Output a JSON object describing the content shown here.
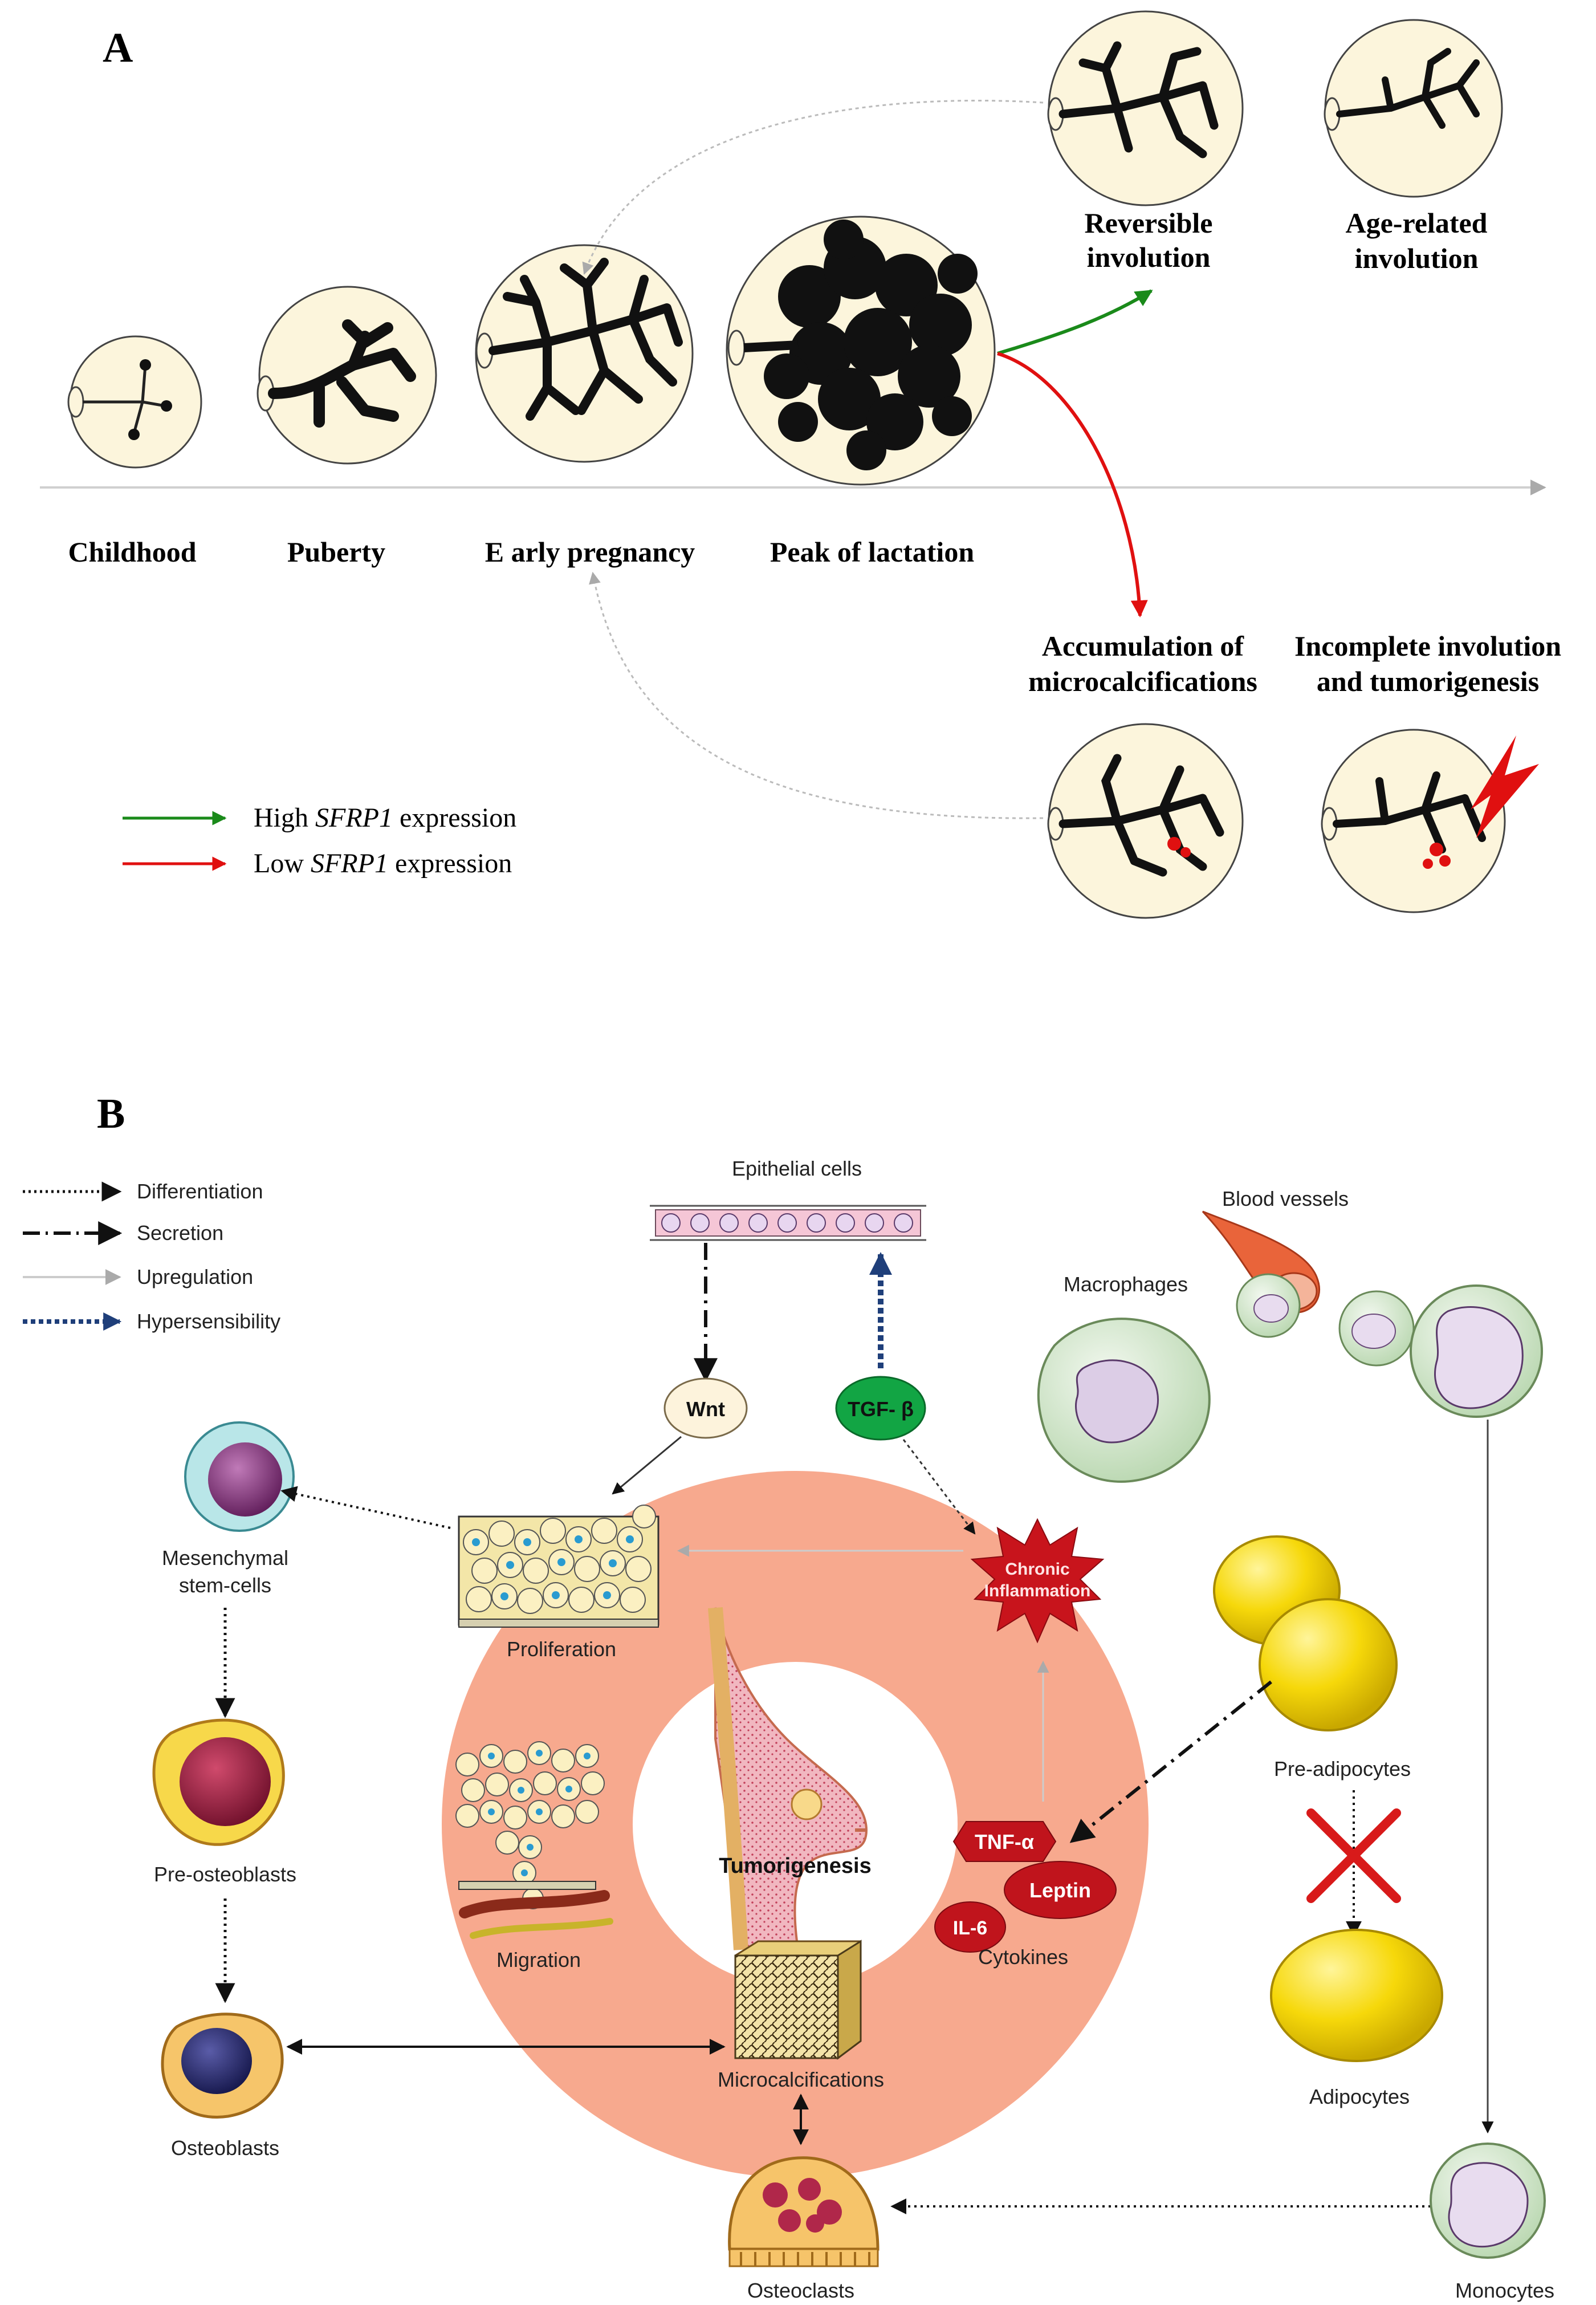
{
  "panel_a": {
    "letter": "A",
    "stages": [
      {
        "key": "childhood",
        "label": "Childhood"
      },
      {
        "key": "puberty",
        "label": "Puberty"
      },
      {
        "key": "early_pregnancy",
        "label": "E arly pregnancy"
      },
      {
        "key": "peak_lactation",
        "label": "Peak of lactation"
      }
    ],
    "outcomes": {
      "reversible": [
        "Reversible",
        "involution"
      ],
      "age_related": [
        "Age-related",
        "involution"
      ],
      "microcalc": [
        "Accumulation of",
        "microcalcifications"
      ],
      "incomplete": [
        "Incomplete involution",
        "and tumorigenesis"
      ]
    },
    "legend": [
      {
        "prefix": "High ",
        "gene": "SFRP1",
        "suffix": " expression",
        "color": "#1a8a1a"
      },
      {
        "prefix": "Low ",
        "gene": "SFRP1",
        "suffix": " expression",
        "color": "#e01010"
      }
    ]
  },
  "panel_b": {
    "letter": "B",
    "legend": [
      {
        "label": "Differentiation",
        "style": "dotted",
        "color": "#111111"
      },
      {
        "label": "Secretion",
        "style": "dashdot",
        "color": "#111111"
      },
      {
        "label": "Upregulation",
        "style": "solid",
        "color": "#cccccc"
      },
      {
        "label": "Hypersensibility",
        "style": "dotted-thick",
        "color": "#1f3f7a"
      }
    ],
    "labels": {
      "epithelial": "Epithelial cells",
      "blood_vessels": "Blood vessels",
      "macrophages": "Macrophages",
      "wnt": "Wnt",
      "tgf": "TGF- β",
      "mesenchymal": [
        "Mesenchymal",
        "stem-cells"
      ],
      "pre_osteoblasts": "Pre-osteoblasts",
      "osteoblasts": "Osteoblasts",
      "proliferation": "Proliferation",
      "chronic": [
        "Chronic",
        "Inflammation"
      ],
      "migration": "Migration",
      "tumorigenesis": "Tumorigenesis",
      "microcalcifications": "Microcalcifications",
      "osteoclasts": "Osteoclasts",
      "cytokines": "Cytokines",
      "tnf": "TNF-α",
      "leptin": "Leptin",
      "il6": "IL-6",
      "pre_adipocytes": "Pre-adipocytes",
      "adipocytes": "Adipocytes",
      "monocytes": "Monocytes"
    },
    "colors": {
      "ring": "#f7a98e",
      "wnt_node": "#fdf3dc",
      "tgf_node": "#12a544",
      "cytokine": "#c0141c",
      "adipocyte": "#f6d80a",
      "cross": "#d81a1a"
    }
  }
}
